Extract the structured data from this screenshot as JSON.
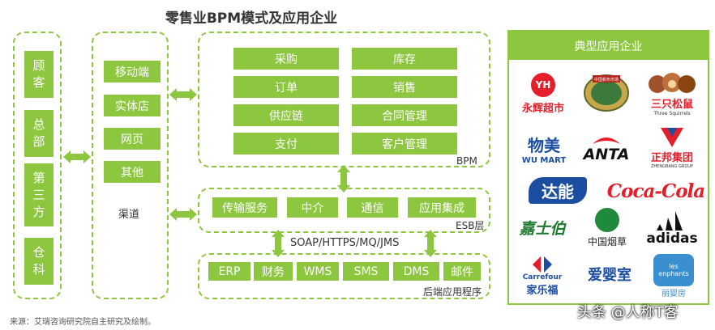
{
  "title": "零售业BPM模式及应用企业",
  "customers": [
    "顾客",
    "总部",
    "第三方",
    "仓科"
  ],
  "channels": {
    "items": [
      "移动端",
      "实体店",
      "网页",
      "其他"
    ],
    "label": "渠道"
  },
  "bpm": {
    "items": [
      "采购",
      "库存",
      "订单",
      "销售",
      "供应链",
      "合同管理",
      "支付",
      "客户管理"
    ],
    "label": "BPM"
  },
  "esb": {
    "items": [
      "传输服务",
      "中介",
      "通信",
      "应用集成"
    ],
    "label": "ESB层"
  },
  "protocol_label": "SOAP/HTTPS/MQ/JMS",
  "backend": {
    "items": [
      "ERP",
      "财务",
      "WMS",
      "SMS",
      "DMS",
      "邮件"
    ],
    "label": "后端应用程序"
  },
  "enterprises": {
    "header": "典型应用企业",
    "logos": [
      {
        "text": "永辉超市",
        "mark": "YH"
      },
      {
        "text": "中国帆布市场"
      },
      {
        "text": "三只松鼠",
        "sub": "Three Squirrels"
      },
      {
        "text": "物美",
        "sub": "WU MART"
      },
      {
        "text": "ANTA"
      },
      {
        "text": "正邦集团",
        "sub": "ZHENGBANG GROUP"
      },
      {
        "text": "达能"
      },
      {
        "text": "Coca-Cola"
      },
      {
        "text": "嘉士伯"
      },
      {
        "text": "中国烟草"
      },
      {
        "text": "adidas"
      },
      {
        "text": "家乐福",
        "sub": "Carrefour"
      },
      {
        "text": "爱婴室"
      },
      {
        "text": "丽婴房",
        "sub": "les enphants"
      }
    ]
  },
  "source": "来源：艾瑞咨询研究院自主研究及绘制。",
  "watermark": "头条 @人称T客",
  "colors": {
    "accent": "#8dc63f",
    "coke": "#e41e2b"
  }
}
